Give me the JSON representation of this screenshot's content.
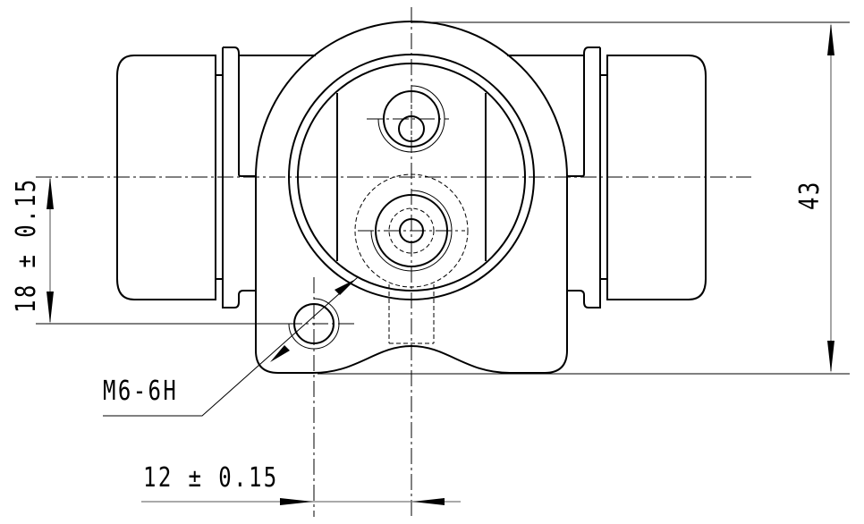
{
  "drawing": {
    "thread_callout": "M6-6H",
    "dim_height": "43",
    "dim_hole_vertical": "18 ± 0.15",
    "dim_hole_horizontal": "12 ± 0.15"
  }
}
